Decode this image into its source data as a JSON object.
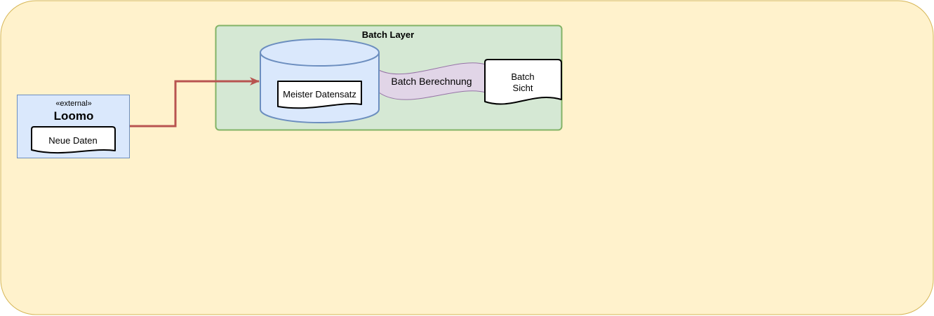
{
  "colors": {
    "background_container_fill": "#fff2cc",
    "background_container_stroke": "#d6b656",
    "batch_layer_fill": "#d5e8d4",
    "batch_layer_stroke": "#82b366",
    "external_fill": "#dae8fc",
    "external_stroke": "#6c8ebf",
    "batch_flow_fill": "#e1d5e7",
    "batch_flow_stroke": "#9673a6",
    "arrow_color": "#b85450",
    "document_fill": "#ffffff",
    "document_stroke": "#000000"
  },
  "external_system": {
    "stereotype": "«external»",
    "name": "Loomo",
    "document_label": "Neue Daten"
  },
  "batch_layer": {
    "title": "Batch Layer",
    "database_inner_label": "Meister Datensatz",
    "flow_label": "Batch Berechnung",
    "view_label_line1": "Batch",
    "view_label_line2": "Sicht"
  },
  "connections": [
    {
      "from": "loomo-external-box",
      "to": "master-dataset-cylinder",
      "style": "orthogonal-arrow"
    }
  ]
}
